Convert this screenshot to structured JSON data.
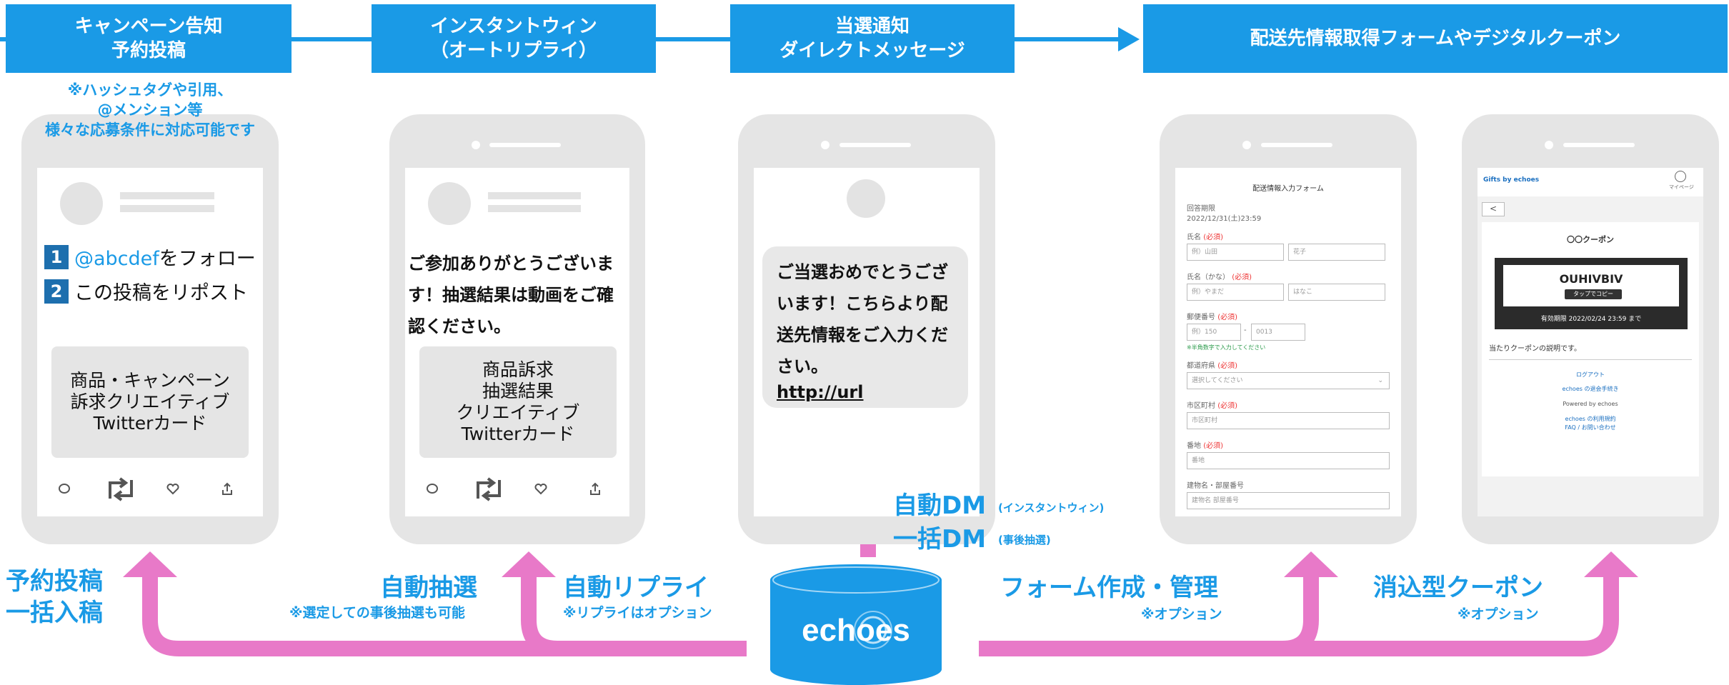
{
  "headers": {
    "h1": "キャンペーン告知\n予約投稿",
    "h2": "インスタントウィン\n（オートリプライ）",
    "h3": "当選通知\nダイレクトメッセージ",
    "h4": "配送先情報取得フォームやデジタルクーポン"
  },
  "phone1": {
    "note": "※ハッシュタグや引用、\n@メンション等\n様々な応募条件に対応可能です",
    "step1_num": "1",
    "step1_handle": "@abcdef",
    "step1_text": "をフォロー",
    "step2_num": "2",
    "step2_text": "この投稿をリポスト",
    "card": "商品・キャンペーン\n訴求クリエイティブ\nTwitterカード"
  },
  "phone2": {
    "reply": "ご参加ありがとうございます！抽選結果は動画をご確認ください。",
    "card": "商品訴求\n抽選結果\nクリエイティブ\nTwitterカード"
  },
  "phone3": {
    "dm": "ご当選おめでとうございます！こちらより配送先情報をご入力ください。",
    "url": "http://url"
  },
  "phone4": {
    "title": "配送情報入力フォーム",
    "deadline_label": "回答期限",
    "deadline_value": "2022/12/31(土)23:59",
    "name_label": "氏名",
    "name_ph1": "例）山田",
    "name_ph2": "花子",
    "kana_label": "氏名（かな）",
    "kana_ph1": "例）やまだ",
    "kana_ph2": "はなこ",
    "zip_label": "郵便番号",
    "zip_ph1": "例）150",
    "zip_ph2": "0013",
    "zip_hint": "※半角数字で入力してください",
    "pref_label": "都道府県",
    "pref_ph": "選択してください",
    "city_label": "市区町村",
    "city_ph": "市区町村",
    "addr_label": "番地",
    "addr_ph": "番地",
    "bldg_label": "建物名・部屋番号",
    "bldg_ph": "建物名 部屋番号",
    "required": "(必須)"
  },
  "phone5": {
    "brand": "Gifts by echoes",
    "mypage": "マイページ",
    "coupon_title": "〇〇クーポン",
    "code": "OUHIVBIV",
    "copy_btn": "タップでコピー",
    "expiry": "有効期限 2022/02/24 23:59 まで",
    "desc": "当たりクーポンの説明です。",
    "logout": "ログアウト",
    "withdraw": "echoes の退会手続き",
    "powered": "Powered by echoes",
    "terms": "echoes の利用規約",
    "faq": "FAQ / お問い合わせ"
  },
  "labels": {
    "reserve": "予約投稿\n一括入稿",
    "auto_lottery": "自動抽選",
    "auto_lottery_note": "※選定しての事後抽選も可能",
    "auto_reply": "自動リプライ",
    "auto_reply_note": "※リプライはオプション",
    "auto_dm": "自動DM",
    "auto_dm_note": "(インスタントウィン)",
    "bulk_dm": "一括DM",
    "bulk_dm_note": "(事後抽選)",
    "form": "フォーム作成・管理",
    "form_note": "※オプション",
    "coupon": "消込型クーポン",
    "coupon_note": "※オプション"
  },
  "logo": "echoes",
  "colors": {
    "blue": "#1a9ae6",
    "pink": "#e879c8",
    "phone_grey": "#e5e5e5"
  }
}
